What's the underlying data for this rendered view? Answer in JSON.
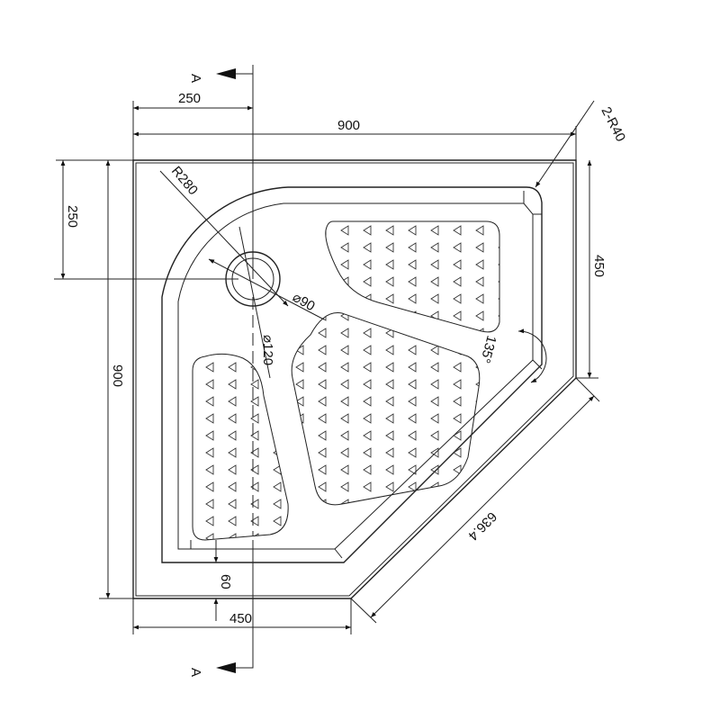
{
  "drawing": {
    "section_marker": "A",
    "dimensions": {
      "top_offset": "250",
      "top_width": "900",
      "corner_radius": "2-R40",
      "left_offset": "250",
      "left_height": "900",
      "right_height": "450",
      "bottom_width": "450",
      "bottom_rim": "60",
      "diagonal_length": "636.4",
      "arc_radius": "R280",
      "drain_inner": "⌀90",
      "drain_outer": "⌀120",
      "angle": "135°"
    },
    "line_color": "#222222"
  }
}
